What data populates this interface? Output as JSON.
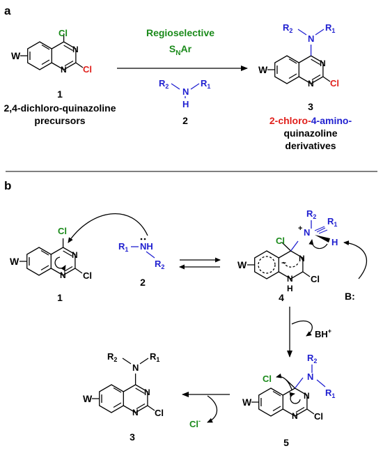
{
  "panel_a": {
    "label": "a",
    "compound1": {
      "number": "1",
      "name_line1": "2,4-dichloro-quinazoline",
      "name_line2": "precursors"
    },
    "compound2": {
      "number": "2"
    },
    "compound3": {
      "number": "3",
      "name_red": "2-chloro-",
      "name_blue": "4-amino-",
      "name_line2": "quinazoline",
      "name_line3": "derivatives"
    },
    "reaction": {
      "line1": "Regioselective",
      "line2_main": "S",
      "line2_sub": "N",
      "line2_end": "Ar"
    }
  },
  "panel_b": {
    "label": "b",
    "compound_labels": {
      "c1": "1",
      "c2": "2",
      "c3": "3",
      "c4": "4",
      "c5": "5"
    },
    "base": "B:",
    "byproduct_main": "BH",
    "byproduct_sup": "+",
    "leaving_group_main": "Cl",
    "leaving_group_sup": "-"
  },
  "atoms": {
    "W": "W",
    "N": "N",
    "Cl": "Cl",
    "R1": "R",
    "R2": "R",
    "sub1": "1",
    "sub2": "2",
    "H": "H",
    "NH": "NH",
    "charge_plus": "+"
  },
  "colors": {
    "green": "#1a8a1a",
    "red": "#e0201c",
    "blue": "#2020d0",
    "black": "#000000"
  }
}
